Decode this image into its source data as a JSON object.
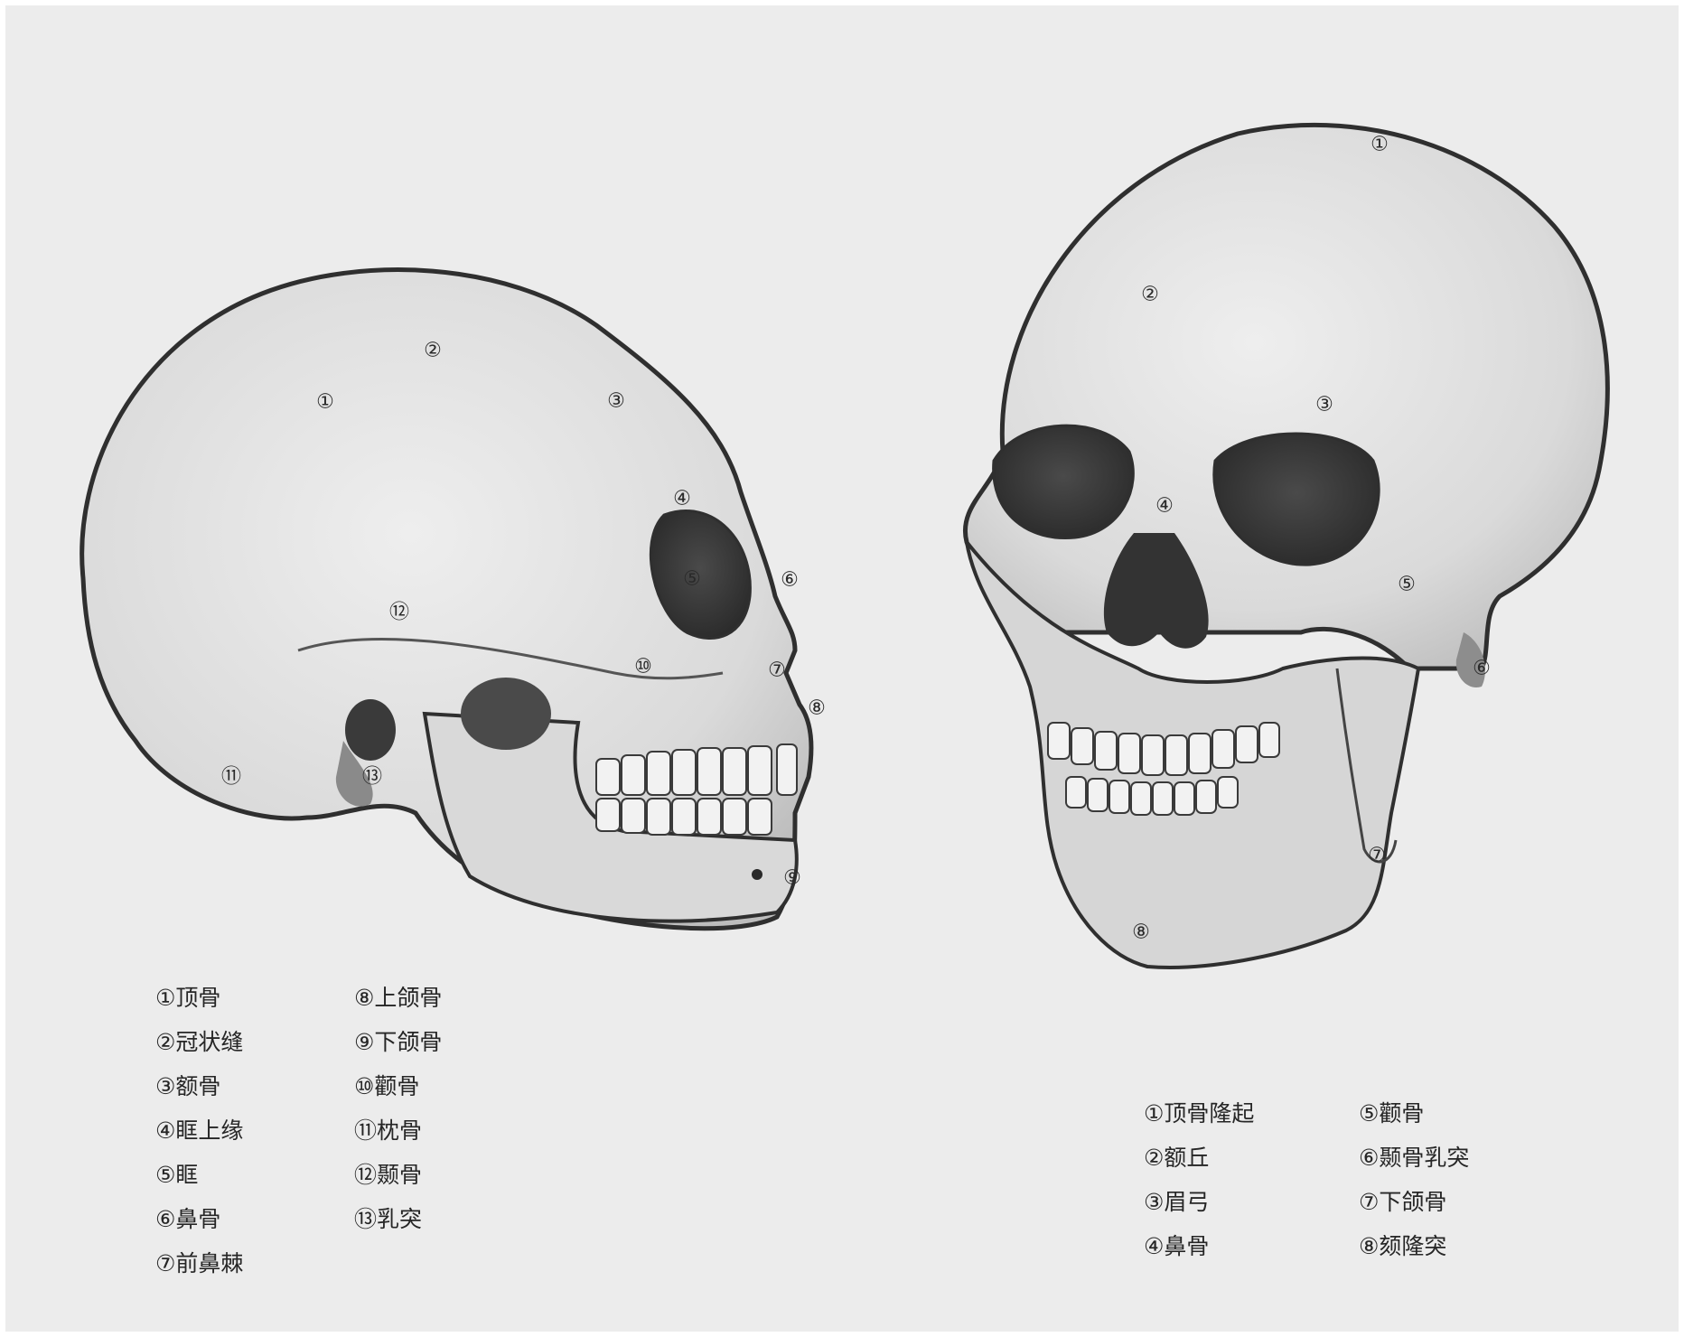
{
  "side_view": {
    "markers": [
      "①",
      "②",
      "③",
      "④",
      "⑤",
      "⑥",
      "⑦",
      "⑧",
      "⑨",
      "⑩",
      "⑪",
      "⑫",
      "⑬"
    ],
    "legend": [
      {
        "num": "①",
        "label": "顶骨"
      },
      {
        "num": "②",
        "label": "冠状缝"
      },
      {
        "num": "③",
        "label": "额骨"
      },
      {
        "num": "④",
        "label": "眶上缘"
      },
      {
        "num": "⑤",
        "label": "眶"
      },
      {
        "num": "⑥",
        "label": "鼻骨"
      },
      {
        "num": "⑦",
        "label": "前鼻棘"
      },
      {
        "num": "⑧",
        "label": "上颌骨"
      },
      {
        "num": "⑨",
        "label": "下颌骨"
      },
      {
        "num": "⑩",
        "label": "颧骨"
      },
      {
        "num": "⑪",
        "label": "枕骨"
      },
      {
        "num": "⑫",
        "label": "颞骨"
      },
      {
        "num": "⑬",
        "label": "乳突"
      }
    ]
  },
  "front_view": {
    "markers": [
      "①",
      "②",
      "③",
      "④",
      "⑤",
      "⑥",
      "⑦",
      "⑧"
    ],
    "legend": [
      {
        "num": "①",
        "label": "顶骨隆起"
      },
      {
        "num": "②",
        "label": "额丘"
      },
      {
        "num": "③",
        "label": "眉弓"
      },
      {
        "num": "④",
        "label": "鼻骨"
      },
      {
        "num": "⑤",
        "label": "颧骨"
      },
      {
        "num": "⑥",
        "label": "颞骨乳突"
      },
      {
        "num": "⑦",
        "label": "下颌骨"
      },
      {
        "num": "⑧",
        "label": "颏隆突"
      }
    ]
  }
}
